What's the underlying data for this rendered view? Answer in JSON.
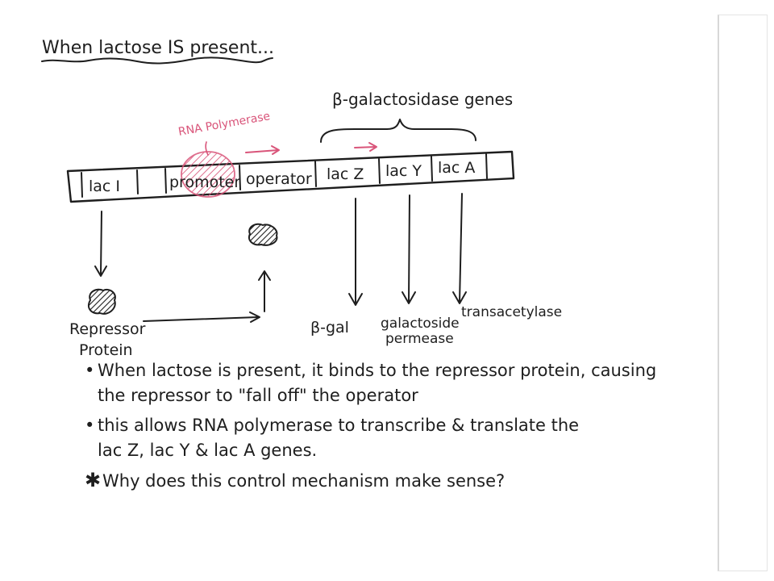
{
  "title": "When lactose IS present...",
  "polymerase_label": "RNA Polymerase",
  "genes_label": "β-galactosidase genes",
  "dna_segments": [
    "lac I",
    "promoter",
    "operator",
    "lac Z",
    "lac Y",
    "lac A"
  ],
  "products": {
    "repressor": [
      "Repressor",
      "Protein"
    ],
    "beta_gal": "β-gal",
    "permease": [
      "galactoside",
      "permease"
    ],
    "transacetylase": "transacetylase"
  },
  "notes": [
    {
      "marker": "•",
      "lines": [
        "When lactose is present, it binds to the repressor protein, causing",
        "the repressor to \"fall off\" the operator"
      ]
    },
    {
      "marker": "•",
      "lines": [
        "this allows RNA polymerase to transcribe & translate the",
        "lac Z, lac Y & lac A genes."
      ]
    },
    {
      "marker": "✱",
      "lines": [
        "Why does this control mechanism make sense?"
      ]
    }
  ],
  "colors": {
    "ink": "#1e1e1e",
    "accent": "#d9557a"
  }
}
